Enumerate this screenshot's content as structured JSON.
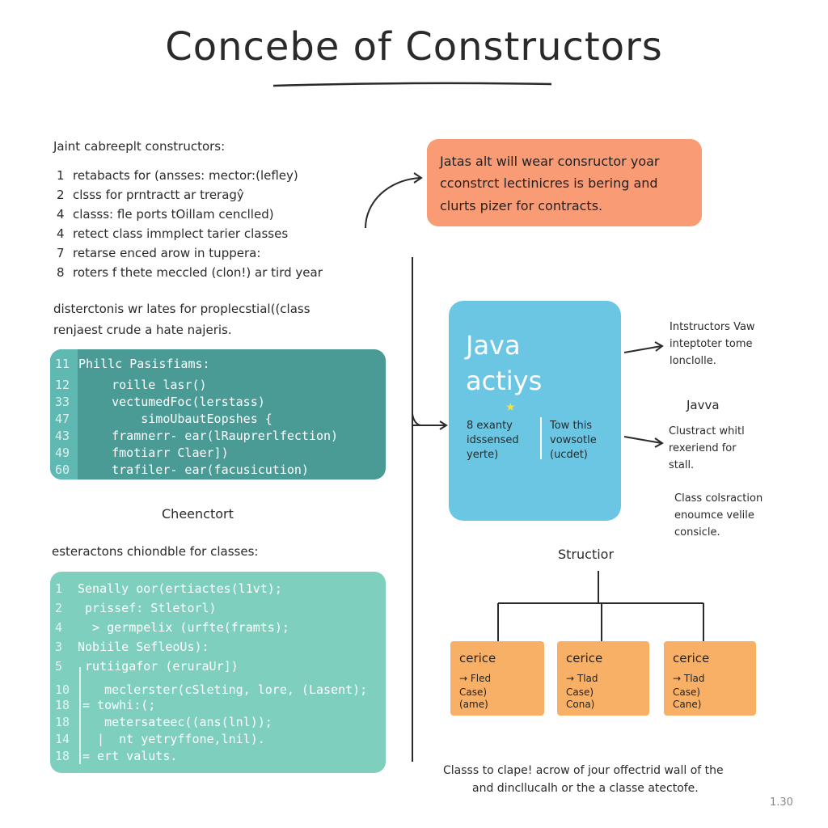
{
  "title": "Concebe of Constructors",
  "intro": "Jaint cabreeplt constructors:",
  "list": [
    {
      "n": "1",
      "text": "retabacts for (ansses: mector:(lefley)"
    },
    {
      "n": "2",
      "text": "clsss for prntractt ar treragŷ"
    },
    {
      "n": "4",
      "text": "classs: fle ports tOillam cenclled)"
    },
    {
      "n": "4",
      "text": "retect class immplect tarier classes"
    },
    {
      "n": "7",
      "text": "retarse enced arow in tuppera:"
    },
    {
      "n": "8",
      "text": "roters f thete meccled (clon!) ar tird year"
    }
  ],
  "distinctions": [
    "disterctonis wr lates for proplecstial((class",
    "renjaest crude a hate najeris."
  ],
  "code_block_1": {
    "lines": [
      {
        "ln": "11",
        "code": "Phillc Pasisfiams:"
      },
      {
        "ln": "12",
        "code": "    roille lasr()"
      },
      {
        "ln": "33",
        "code": "    vectumedFoc(lerstass)"
      },
      {
        "ln": "47",
        "code": "        simoUbautEopshes {"
      },
      {
        "ln": "43",
        "code": "    framnerr- ear(lRauprerlfection)"
      },
      {
        "ln": "49",
        "code": "    fmotiarr Claer])"
      },
      {
        "ln": "60",
        "code": "    trafiler- ear(facusicution)"
      }
    ]
  },
  "checkpoint_label": "Cheenctort",
  "extractions_label": "esteractons chiondble for classes:",
  "code_block_2": {
    "lines": [
      {
        "ln": "1",
        "code": "Senally oor(ertiactes(l1vt);"
      },
      {
        "ln": "2",
        "code": " prissef: Stletorl)"
      },
      {
        "ln": "4",
        "code": "  > germpelix (urfte(framts);"
      },
      {
        "ln": "3",
        "code": "Nobiile SefleoUs):"
      },
      {
        "ln": "5",
        "code": " rutiigafor (eruraUr])"
      },
      {
        "ln": "10",
        "code": "   meclerster(cSleting, lore, (Lasent);"
      },
      {
        "ln": "18",
        "code": "= towhi:(;"
      },
      {
        "ln": "18",
        "code": "   metersateec((ans(lnl));"
      },
      {
        "ln": "14",
        "code": "  |  nt yetryffone,lnil)."
      },
      {
        "ln": "18",
        "code": "= ert valuts."
      }
    ]
  },
  "orange_note": [
    "Jatas alt will wear consructor yoar",
    "cconstrct lectinicres is bering and",
    "clurts pizer for contracts."
  ],
  "java_card": {
    "title": [
      "Java",
      "actiys"
    ],
    "left": [
      "8 exanty",
      "idssensed",
      "yerte)"
    ],
    "right": [
      "Tow this",
      "vowsotle",
      "(ucdet)"
    ]
  },
  "right_notes": {
    "instructors": [
      "Intstructors Vaw",
      "inteptoter tome",
      "lonclolle."
    ],
    "javva": "Javva",
    "clustract": [
      "Clustract whitl",
      "rexeriend for",
      "stall."
    ],
    "class_coll": [
      "Class colsraction",
      "enoumce velile",
      "consicle."
    ]
  },
  "structure": {
    "label": "Structior",
    "nodes": [
      {
        "title": "cerice",
        "lines": [
          "→ Fled",
          "Case)",
          "(ame)"
        ]
      },
      {
        "title": "cerice",
        "lines": [
          "→ Tlad",
          "Case)",
          "Cona)"
        ]
      },
      {
        "title": "cerice",
        "lines": [
          "→ Tlad",
          "Case)",
          "Cane)"
        ]
      }
    ]
  },
  "footer": [
    "Classs to clape! acrow of jour offectrid wall of the",
    "and dincllucalh or the a classe atectofe."
  ],
  "page_number": "1.30",
  "colors": {
    "orange_note": "#f99b74",
    "java_card": "#6bc6e4",
    "code_dark": "#4a9a95",
    "code_light": "#7ecfbd",
    "node": "#f8b066",
    "star": "#f6e23a"
  }
}
